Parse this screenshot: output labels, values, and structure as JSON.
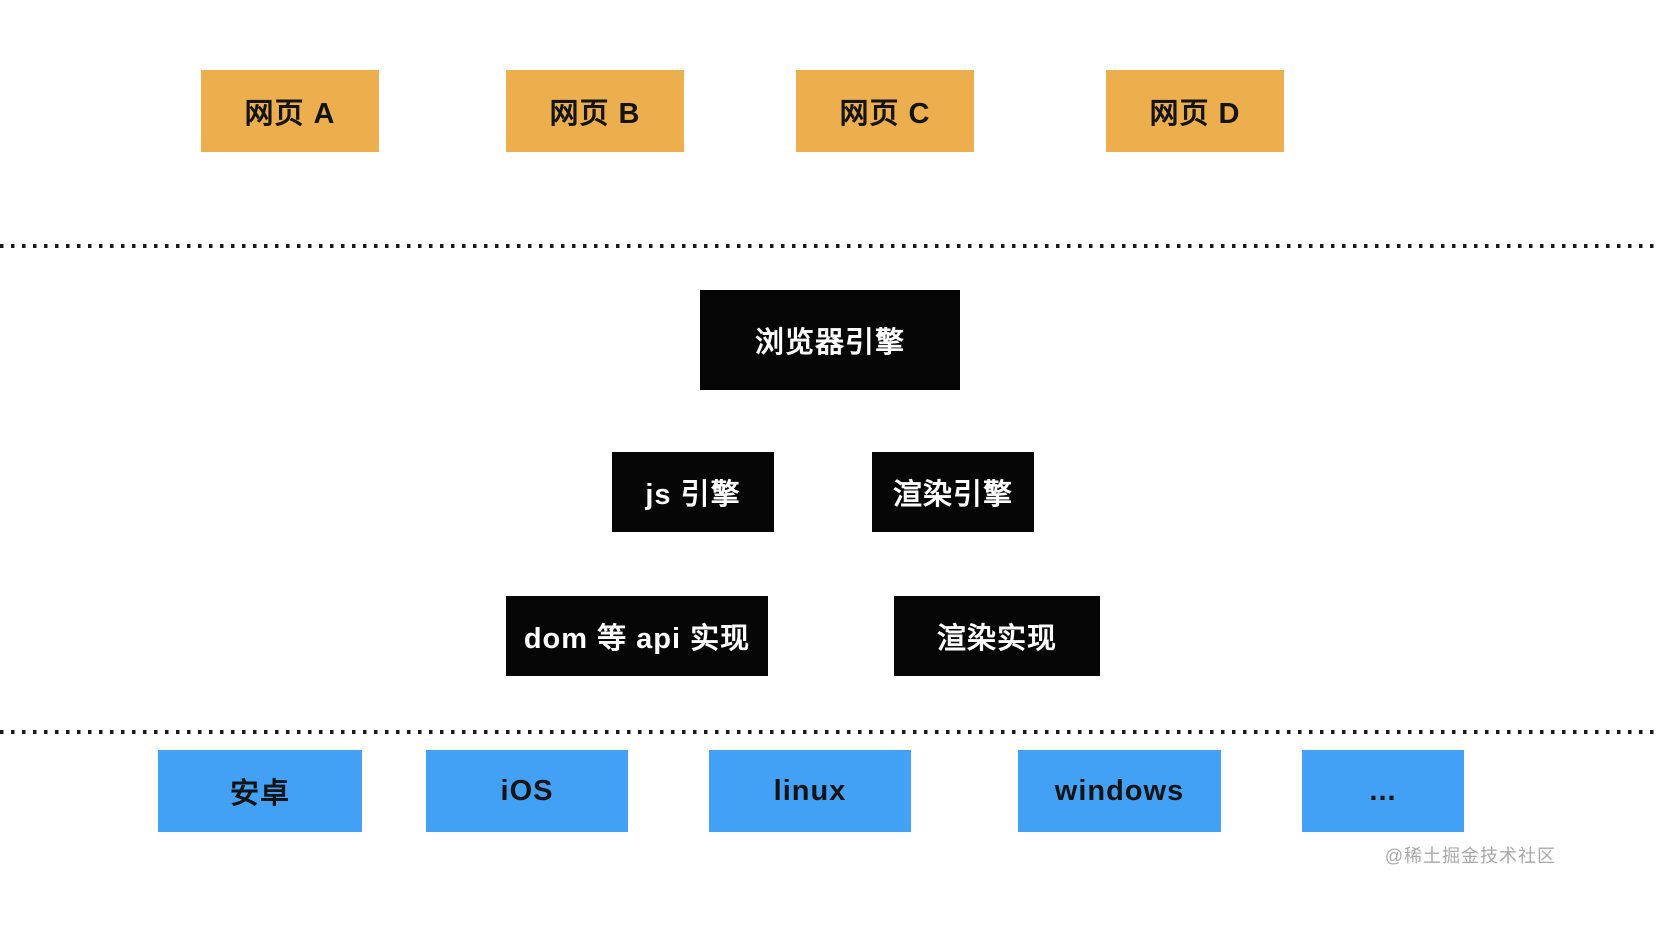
{
  "diagram": {
    "webpages": [
      {
        "label": "网页 A"
      },
      {
        "label": "网页 B"
      },
      {
        "label": "网页 C"
      },
      {
        "label": "网页 D"
      }
    ],
    "browser_engine": {
      "label": "浏览器引擎"
    },
    "engines": [
      {
        "label": "js 引擎"
      },
      {
        "label": "渲染引擎"
      }
    ],
    "implementations": [
      {
        "label": "dom 等 api 实现"
      },
      {
        "label": "渲染实现"
      }
    ],
    "platforms": [
      {
        "label": "安卓"
      },
      {
        "label": "iOS"
      },
      {
        "label": "linux"
      },
      {
        "label": "windows"
      },
      {
        "label": "..."
      }
    ]
  },
  "watermark": "@稀土掘金技术社区",
  "colors": {
    "background": "#ffffff",
    "webpage_fill": "#edaf4d",
    "engine_fill": "#060606",
    "engine_text": "#ffffff",
    "platform_fill": "#42a0f5",
    "box_text": "#141414",
    "dotted_line": "#1a1a1a",
    "watermark_text": "#a8a8a8"
  }
}
